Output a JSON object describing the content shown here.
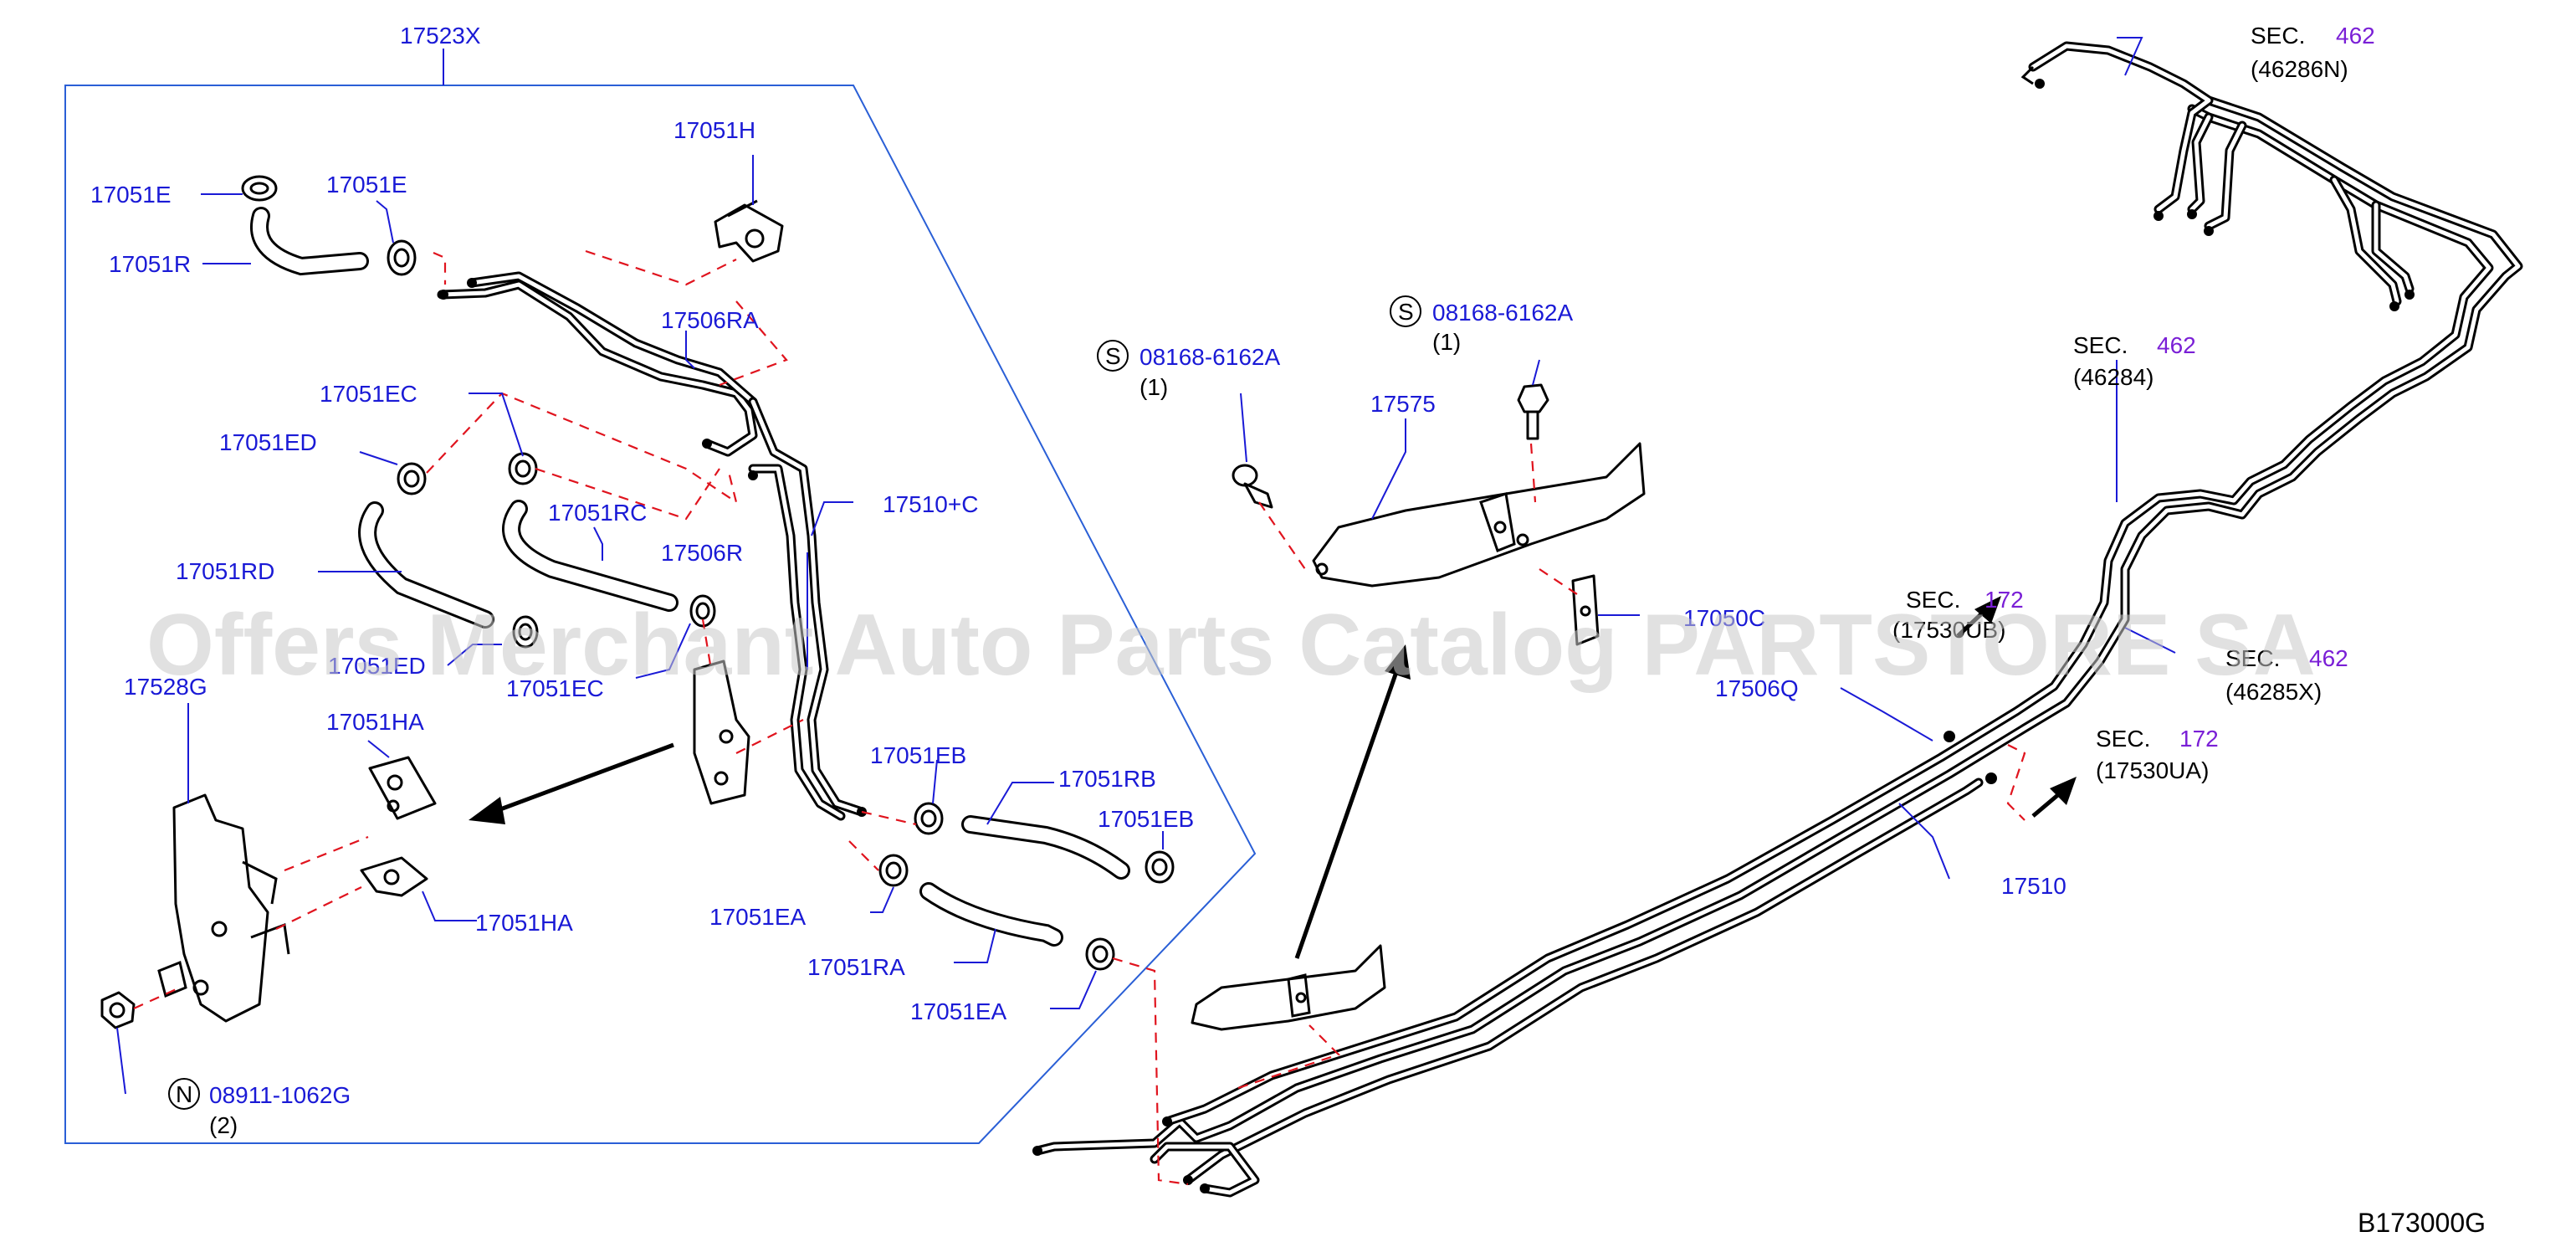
{
  "diagram_code": "B173000G",
  "watermark": "Offers Merchant Auto Parts Catalog PARTSTORE SA",
  "labels": {
    "p17523X": "17523X",
    "p17051H": "17051H",
    "p17051E_a": "17051E",
    "p17051E_b": "17051E",
    "p17051R": "17051R",
    "p17506RA": "17506RA",
    "p17051EC_a": "17051EC",
    "p17051ED_a": "17051ED",
    "p17051RC": "17051RC",
    "p17510C": "17510+C",
    "p17506R": "17506R",
    "p17051RD": "17051RD",
    "p17051ED_b": "17051ED",
    "p17051EC_b": "17051EC",
    "p17528G": "17528G",
    "p17051HA_a": "17051HA",
    "p17051HA_b": "17051HA",
    "p17051EB_a": "17051EB",
    "p17051RB": "17051RB",
    "p17051EB_b": "17051EB",
    "p17051EA_a": "17051EA",
    "p17051RA": "17051RA",
    "p17051EA_b": "17051EA",
    "bolt_left": "08168-6162A",
    "bolt_left_qty": "(1)",
    "bolt_left_sym": "S",
    "bolt_right": "08168-6162A",
    "bolt_right_qty": "(1)",
    "bolt_right_sym": "S",
    "nut": "08911-1062G",
    "nut_qty": "(2)",
    "nut_sym": "N",
    "p17575": "17575",
    "p17050C": "17050C",
    "p17506Q": "17506Q",
    "p17510": "17510"
  },
  "sections": {
    "s46286N": {
      "sec": "SEC.",
      "num": "462",
      "ref": "(46286N)"
    },
    "s46284": {
      "sec": "SEC.",
      "num": "462",
      "ref": "(46284)"
    },
    "s17530UB": {
      "sec": "SEC.",
      "num": "172",
      "ref": "(17530UB)"
    },
    "s46285X": {
      "sec": "SEC.",
      "num": "462",
      "ref": "(46285X)"
    },
    "s17530UA": {
      "sec": "SEC.",
      "num": "172",
      "ref": "(17530UA)"
    }
  },
  "colors": {
    "part_number": "#1a1ad6",
    "section_number": "#7a1fd6",
    "guide_dash": "#e0141e",
    "frame": "#2a5fd6"
  }
}
